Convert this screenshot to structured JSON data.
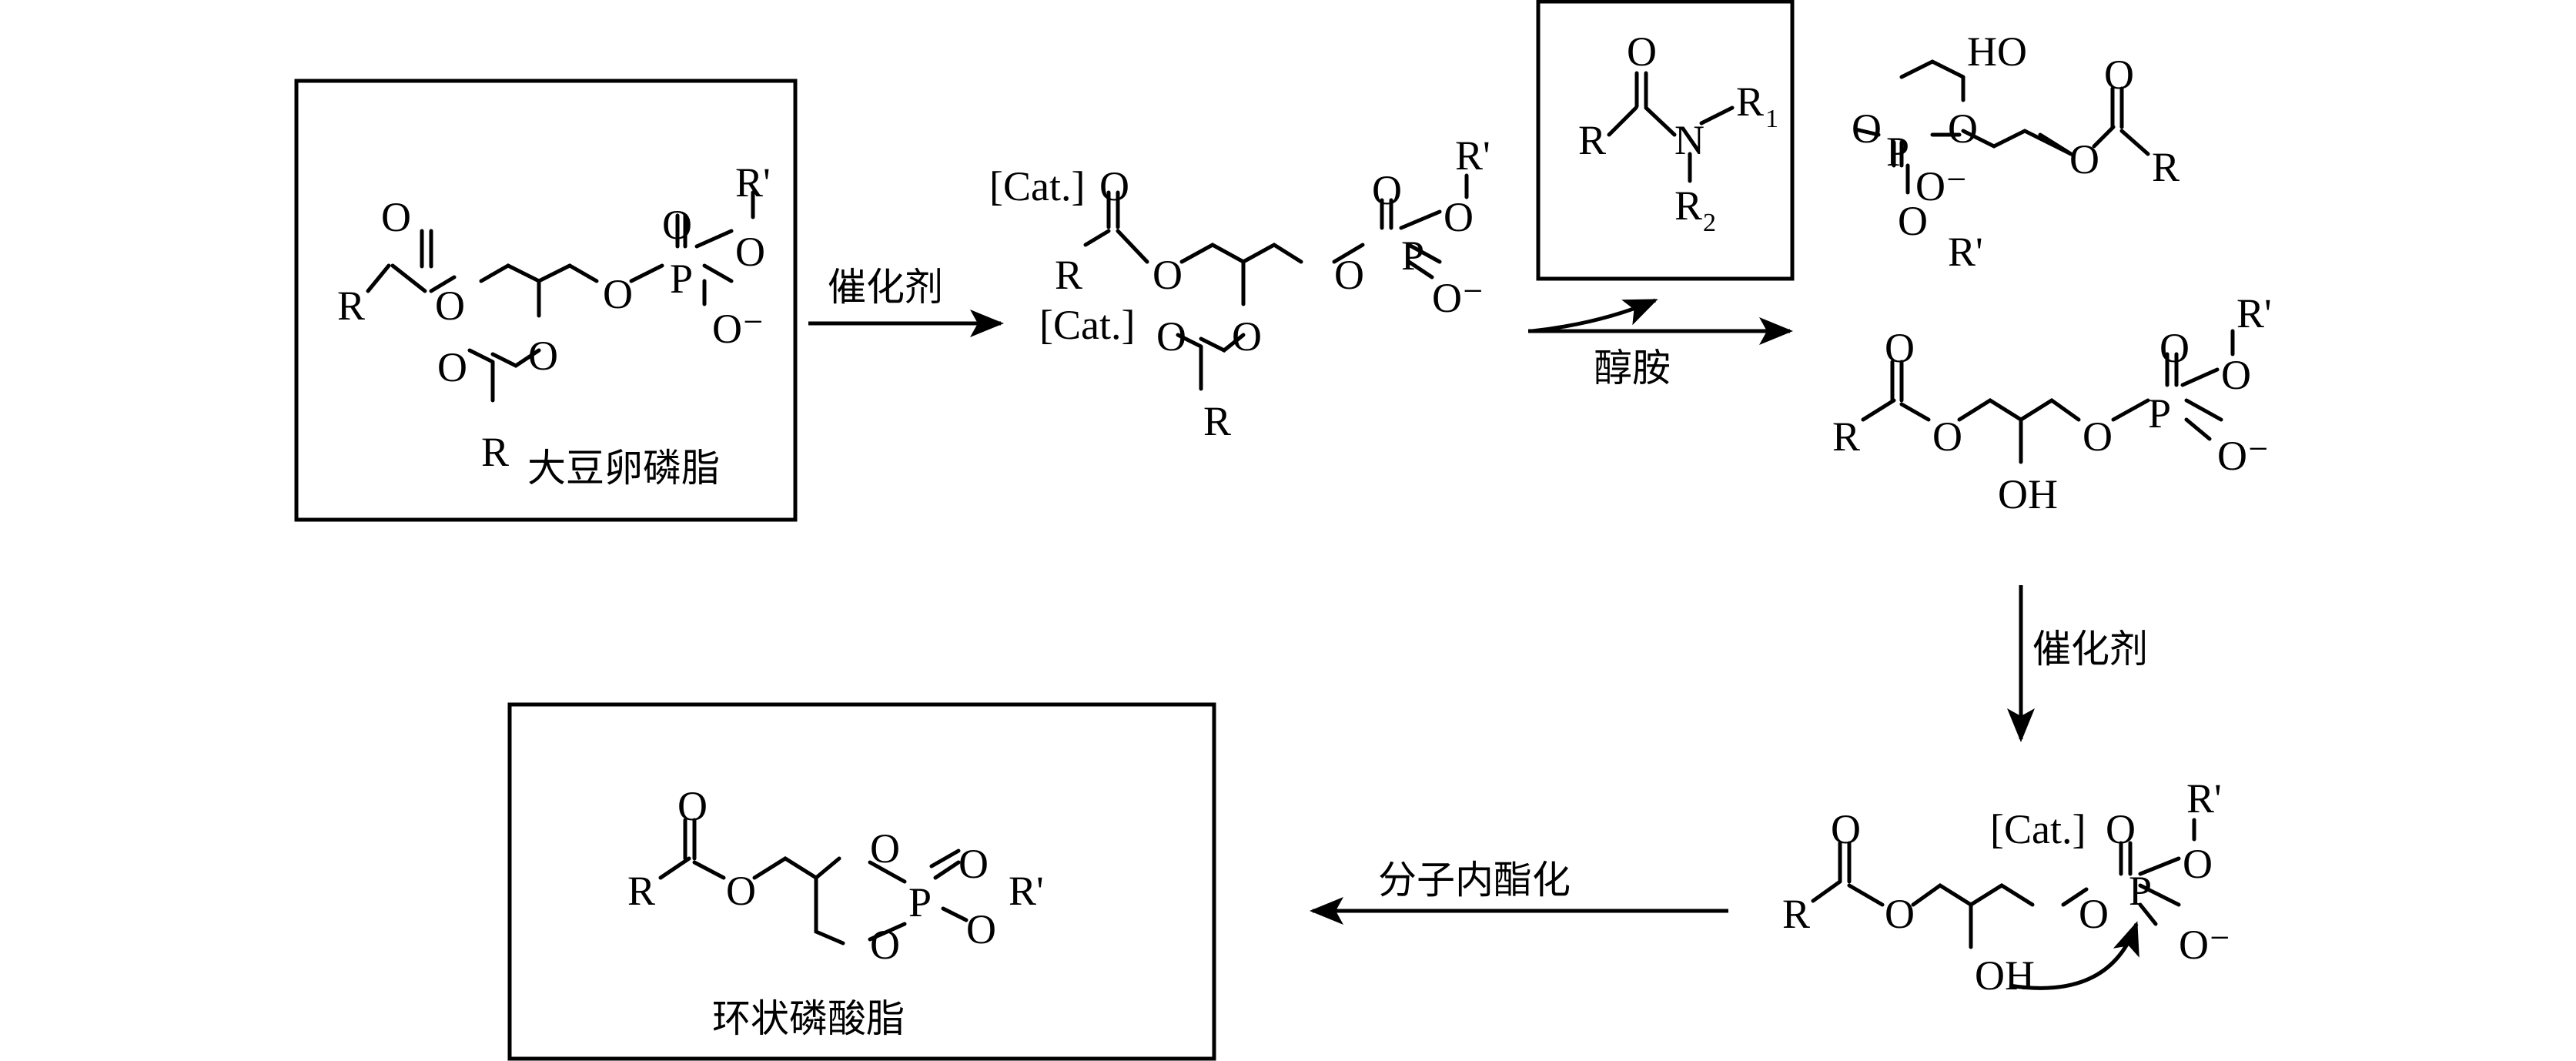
{
  "labels": {
    "atom_O": "O",
    "atom_R": "R",
    "atom_P": "P",
    "atom_N": "N",
    "atom_R_prime": "R'",
    "atom_O_minus": "O⁻",
    "atom_HO": "HO",
    "atom_OH": "OH",
    "atom_R1": "R",
    "sub_1": "1",
    "sub_2": "2",
    "cat": "[Cat.]"
  },
  "captions": {
    "soy_lecithin": "大豆卵磷脂",
    "cyclic_phosphate": "环状磷酸脂"
  },
  "steps": {
    "catalyst_1": "催化剂",
    "alcoholamine": "醇胺",
    "catalyst_2": "催化剂",
    "intramolecular_esterification": "分子内酯化"
  }
}
